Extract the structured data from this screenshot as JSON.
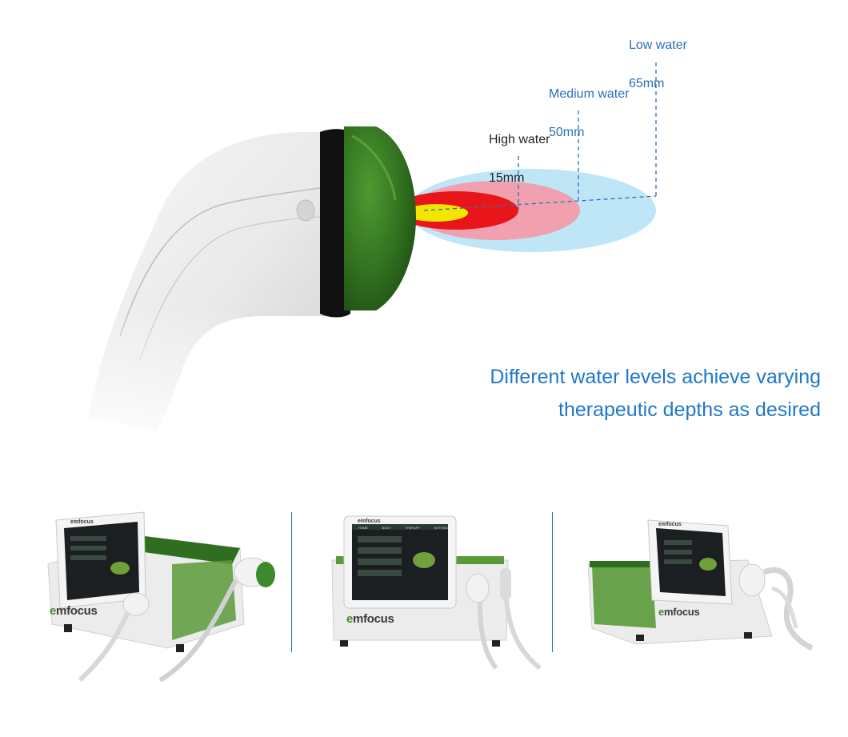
{
  "depth_labels": {
    "low": {
      "name": "Low water",
      "value": "65mm"
    },
    "medium": {
      "name": "Medium water",
      "value": "50mm"
    },
    "high": {
      "name": "High water",
      "value": "15mm"
    }
  },
  "headline": {
    "line1": "Different water levels achieve varying",
    "line2": "therapeutic depths as desired"
  },
  "brand": {
    "name": "emfocus",
    "lead": "e",
    "rest": "mfocus"
  },
  "screen_tabs": [
    "HOME",
    "BODY",
    "THERAPY",
    "SETTING"
  ],
  "colors": {
    "text_blue": "#1f78c8",
    "label_blue": "#2a6fb5",
    "zone_low": "#bfe6f7",
    "zone_medium": "#f0a0ae",
    "zone_high": "#e8161a",
    "zone_core": "#f2e600",
    "lens_green": "#2f6e1e",
    "device_green": "#5a9a3a"
  }
}
